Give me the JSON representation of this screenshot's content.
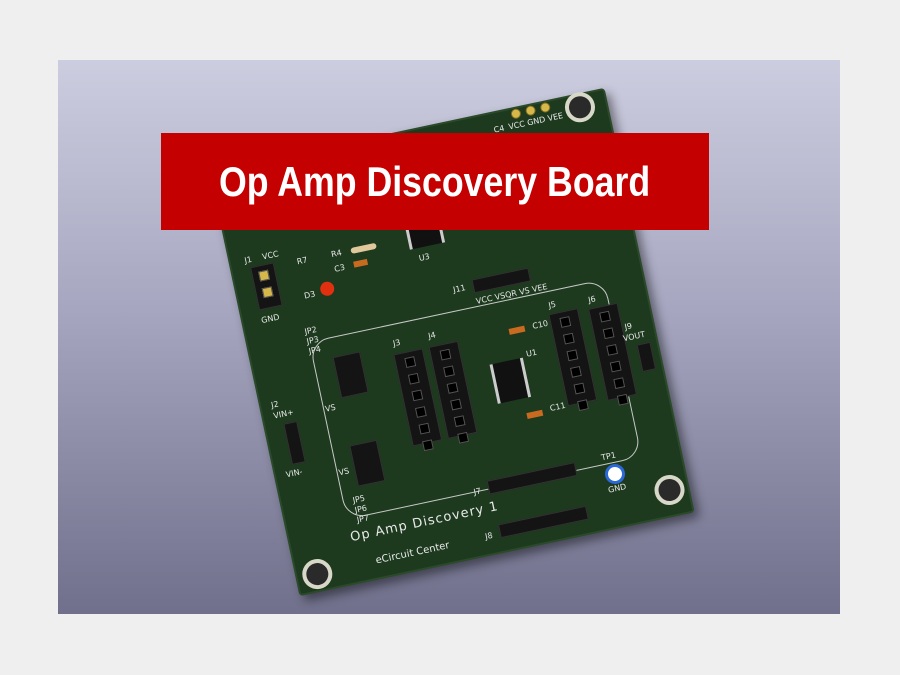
{
  "banner": {
    "title": "Op Amp Discovery Board",
    "background": "#c40000"
  },
  "board": {
    "color": "#1d3a1e",
    "title": "Op Amp Discovery 1",
    "maker": "eCircuit Center",
    "labels": {
      "j1": "J1",
      "j1_vcc": "VCC",
      "j1_gnd": "GND",
      "r7": "R7",
      "r4": "R4",
      "c3": "C3",
      "d3": "D3",
      "u3": "U3",
      "c4": "C4",
      "pwr": "VCC GND VEE",
      "j11": "J11",
      "j11_pins": "VCC VSQR VS VEE",
      "j5": "J5",
      "j6": "J6",
      "j9": "J9",
      "vout": "VOUT",
      "jp_top": "JP2 JP3 JP4",
      "j2": "J2",
      "vin_plus": "VIN+",
      "vin_minus": "VIN-",
      "vs1": "VS",
      "vs2": "VS",
      "j3": "J3",
      "j4": "J4",
      "c10": "C10",
      "u1": "U1",
      "c11": "C11",
      "j7": "J7",
      "j8": "J8",
      "tp1": "TP1",
      "tp1_gnd": "GND",
      "jp_bottom": "JP5 JP6 JP7"
    }
  }
}
